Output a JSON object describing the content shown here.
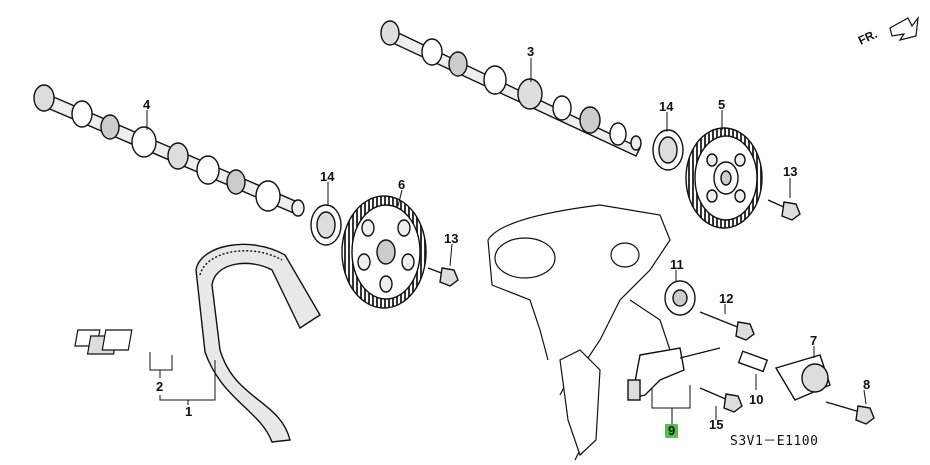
{
  "diagram": {
    "code": "S3V1－E1100",
    "direction_label": "FR.",
    "highlight_color": "#4ec24a",
    "callouts": {
      "p1": "1",
      "p2": "2",
      "p3": "3",
      "p4": "4",
      "p5": "5",
      "p6": "6",
      "p7": "7",
      "p8": "8",
      "p9": "9",
      "p10": "10",
      "p11": "11",
      "p12": "12",
      "p13a": "13",
      "p13b": "13",
      "p14a": "14",
      "p14b": "14",
      "p15": "15"
    }
  }
}
